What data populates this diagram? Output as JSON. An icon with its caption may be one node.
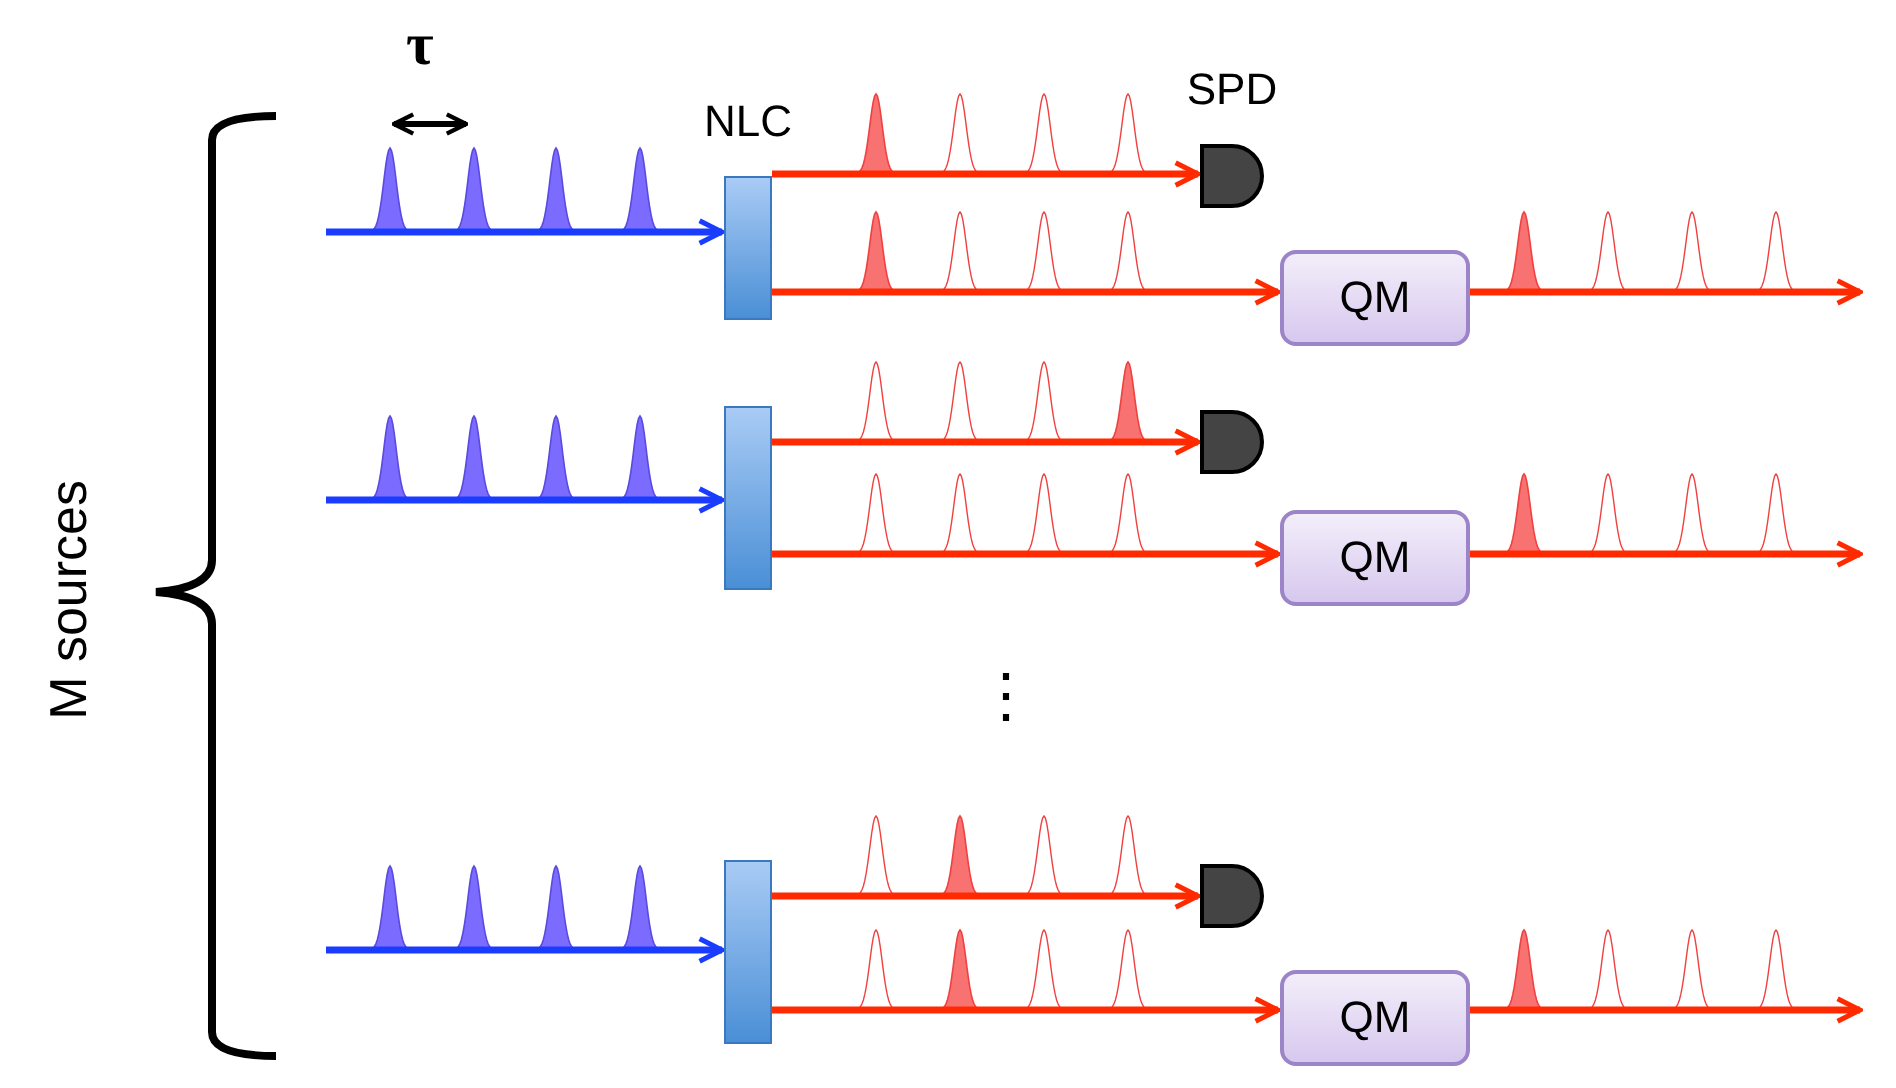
{
  "diagram": {
    "nodes": [
      {
        "text": [
          "NLC"
        ]
      },
      {
        "text": [
          "SPD"
        ]
      },
      {
        "text": [
          "QM"
        ]
      },
      {
        "text": [],
        "shape": "box"
      },
      {
        "text": [],
        "shape": "semicircle"
      },
      {
        "text": [
          "QM"
        ]
      },
      {
        "text": [],
        "shape": "box"
      },
      {
        "text": [],
        "shape": "semicircle"
      },
      {
        "text": [
          "QM"
        ]
      }
    ],
    "edges": [
      {
        "from": null,
        "to": 0,
        "arrow": "to",
        "color": "#1a3cff"
      },
      {
        "from": 0,
        "to": 1,
        "arrow": "to"
      },
      {
        "from": 0,
        "to": 2,
        "arrow": "to"
      },
      {
        "from": 2,
        "to": null,
        "arrow": "to"
      },
      {
        "from": null,
        "to": 3,
        "arrow": "to",
        "color": "#1a3cff"
      },
      {
        "from": 3,
        "to": 4,
        "arrow": "to"
      },
      {
        "from": 3,
        "to": 5,
        "arrow": "to"
      },
      {
        "from": 5,
        "to": null,
        "arrow": "to"
      },
      {
        "from": null,
        "to": 6,
        "arrow": "to",
        "color": "#1a3cff"
      },
      {
        "from": 6,
        "to": 7,
        "arrow": "to"
      },
      {
        "from": 6,
        "to": 8,
        "arrow": "to"
      },
      {
        "from": 8,
        "to": null,
        "arrow": "to"
      }
    ],
    "labels": [
      "τ",
      "M sources",
      "⋮"
    ]
  }
}
